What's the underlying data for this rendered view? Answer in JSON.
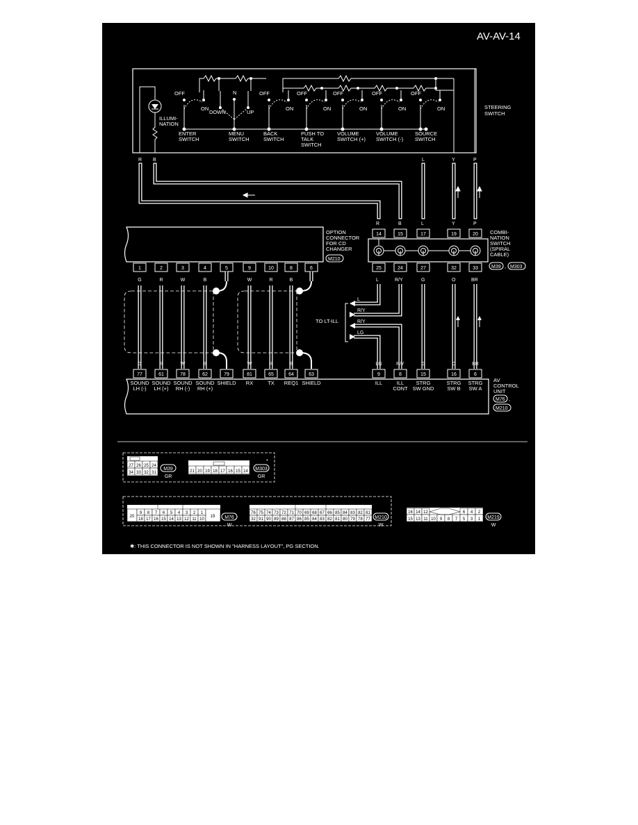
{
  "title": "AV-AV-14",
  "steering_switch": {
    "label": [
      "STEERING",
      "SWITCH"
    ],
    "illumination": [
      "ILLUMI-",
      "NATION"
    ],
    "switches": [
      {
        "name": [
          "ENTER",
          "SWITCH"
        ],
        "off": "OFF",
        "on": "ON"
      },
      {
        "name": [
          "MENU",
          "SWITCH"
        ],
        "top": "N",
        "left": "DOWN",
        "right": "UP"
      },
      {
        "name": [
          "BACK",
          "SWITCH"
        ],
        "off": "OFF",
        "on": "ON"
      },
      {
        "name": [
          "PUSH TO",
          "TALK",
          "SWITCH"
        ],
        "off": "OFF",
        "on": "ON"
      },
      {
        "name": [
          "VOLUME",
          "SWITCH (+)"
        ],
        "off": "OFF",
        "on": "ON"
      },
      {
        "name": [
          "VOLUME",
          "SWITCH (-)"
        ],
        "off": "OFF",
        "on": "ON"
      },
      {
        "name": [
          "SOURCE",
          "SWITCH"
        ],
        "off": "OFF",
        "on": "ON"
      }
    ],
    "wire_colors": [
      "R",
      "B",
      "L",
      "Y",
      "P"
    ]
  },
  "option_connector": {
    "label": [
      "OPTION",
      "CONNECTOR",
      "FOR CD",
      "CHANGER"
    ],
    "connector": "M210",
    "pins": [
      "1",
      "2",
      "3",
      "4",
      "5",
      "9",
      "10",
      "8",
      "6"
    ],
    "wire_colors": [
      "G",
      "R",
      "W",
      "B",
      "W",
      "R",
      "B"
    ]
  },
  "combination_switch": {
    "label": [
      "COMBI-",
      "NATION",
      "SWITCH",
      "(SPIRAL",
      "CABLE)"
    ],
    "connectors": [
      "M39",
      "M303"
    ],
    "top_pins": [
      "14",
      "15",
      "17",
      "19",
      "20"
    ],
    "top_colors": [
      "R",
      "B",
      "L",
      "Y",
      "P"
    ],
    "bottom_pins": [
      "25",
      "24",
      "27",
      "32",
      "33"
    ],
    "bottom_colors": [
      "L",
      "R/Y",
      "G",
      "O",
      "BR"
    ]
  },
  "to_lt_ill": {
    "label": "TO LT-ILL",
    "wires": [
      "L",
      "R/Y",
      "R/Y",
      "LG"
    ]
  },
  "av_control_unit": {
    "label": [
      "AV",
      "CONTROL",
      "UNIT"
    ],
    "connectors": [
      "M76",
      "M210"
    ],
    "pins": [
      "77",
      "61",
      "78",
      "62",
      "79",
      "81",
      "65",
      "64",
      "63",
      "9",
      "8",
      "15",
      "16",
      "6"
    ],
    "wire_colors": [
      "G",
      "R",
      "W",
      "B",
      "W",
      "R",
      "B",
      "LG",
      "R/Y",
      "G",
      "O",
      "BR"
    ],
    "functions": [
      [
        "SOUND",
        "LH (-)"
      ],
      [
        "SOUND",
        "LH (+)"
      ],
      [
        "SOUND",
        "RH (-)"
      ],
      [
        "SOUND",
        "RH (+)"
      ],
      [
        "SHIELD"
      ],
      [
        "RX"
      ],
      [
        "TX"
      ],
      [
        "REQ1"
      ],
      [
        "SHIELD"
      ],
      [
        "ILL"
      ],
      [
        "ILL",
        "CONT"
      ],
      [
        "STRG",
        "SW GND"
      ],
      [
        "STRG",
        "SW B"
      ],
      [
        "STRG",
        "SW A"
      ]
    ]
  },
  "connector_views": {
    "m39": {
      "id": "M39",
      "color": "GR",
      "row1": [
        "27",
        "26",
        "25",
        "24"
      ],
      "row2": [
        "34",
        "33",
        "32",
        "31"
      ]
    },
    "m303": {
      "id": "M303",
      "color": "GR",
      "pins": [
        "21",
        "20",
        "19",
        "18",
        "17",
        "16",
        "15",
        "14"
      ],
      "note": "*"
    },
    "m76": {
      "id": "M76",
      "color": "W",
      "left": "20",
      "right": "19",
      "row1": [
        "9",
        "8",
        "7",
        "6",
        "5",
        "4",
        "3",
        "2",
        "1"
      ],
      "row2": [
        "18",
        "17",
        "16",
        "15",
        "14",
        "13",
        "12",
        "11",
        "10"
      ]
    },
    "m210": {
      "id": "M210",
      "color": "W",
      "row1": [
        "76",
        "75",
        "74",
        "73",
        "72",
        "71",
        "70",
        "69",
        "68",
        "67",
        "66",
        "85",
        "84",
        "83",
        "82",
        "81"
      ],
      "row2": [
        "32",
        "91",
        "90",
        "89",
        "88",
        "87",
        "86",
        "85",
        "84",
        "83",
        "82",
        "81",
        "80",
        "79",
        "78",
        "77"
      ]
    },
    "m219": {
      "id": "M219",
      "color": "W",
      "row1": [
        "16",
        "14",
        "12",
        "6",
        "4",
        "2"
      ],
      "row2": [
        "15",
        "13",
        "11",
        "10",
        "9",
        "8",
        "7",
        "5",
        "3",
        "1"
      ]
    }
  },
  "footnote": "✱: THIS CONNECTOR IS NOT SHOWN IN \"HARNESS LAYOUT\", PG SECTION."
}
